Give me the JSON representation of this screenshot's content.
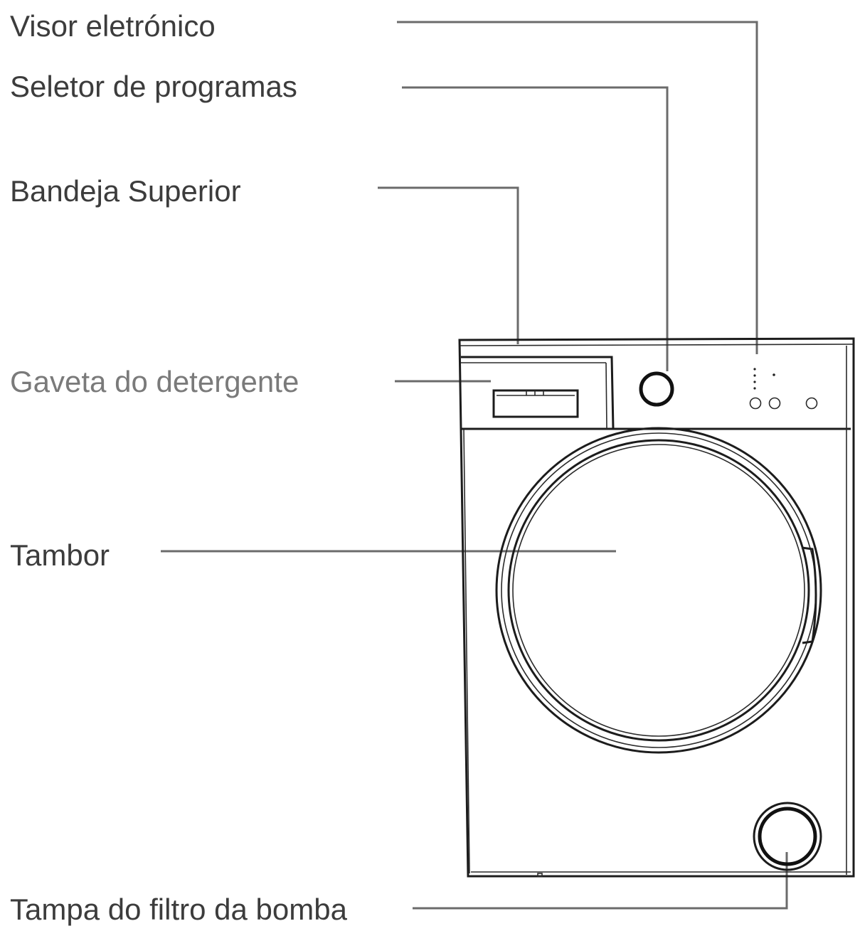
{
  "labels": {
    "visor": "Visor eletrónico",
    "seletor": "Seletor de programas",
    "bandeja": "Bandeja Superior",
    "gaveta": "Gaveta do detergente",
    "tambor": "Tambor",
    "tampa": "Tampa do filtro da bomba"
  },
  "colors": {
    "label_text": "#3c3c3c",
    "label_text_light": "#7a7a7a",
    "leader_line": "#6b6b6b",
    "outline": "#1c1c1c"
  }
}
